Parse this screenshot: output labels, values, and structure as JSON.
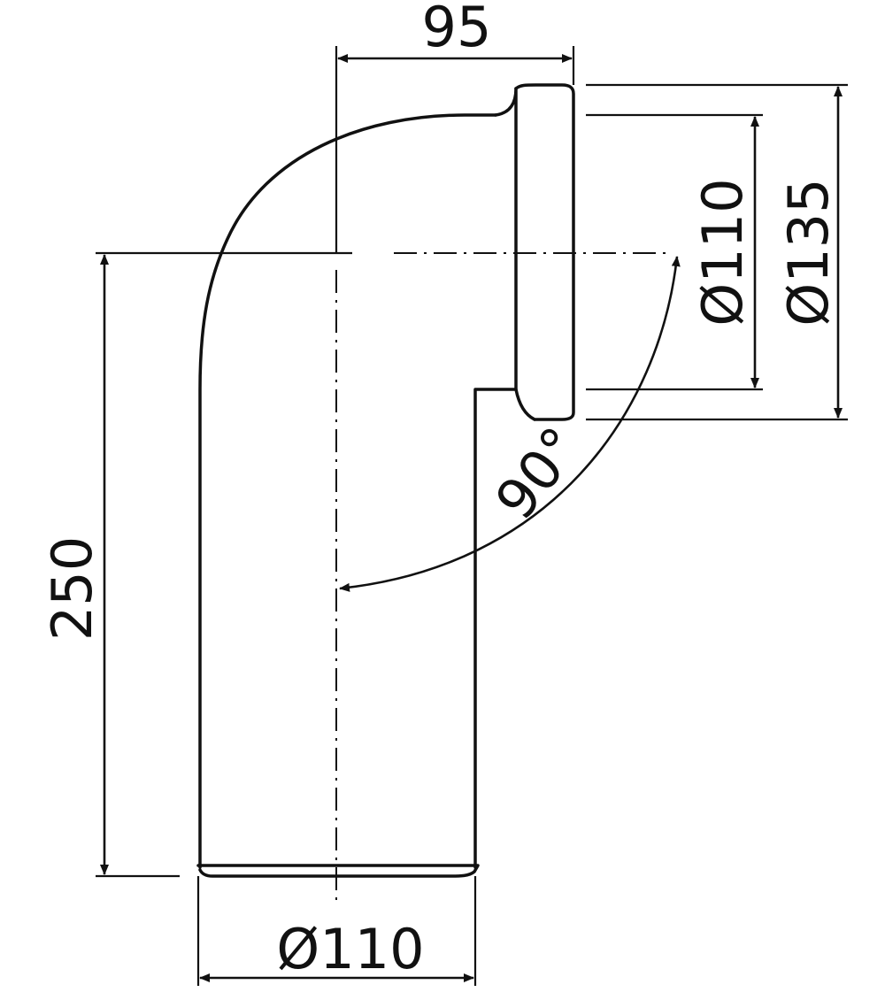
{
  "dimensions": {
    "offset_horizontal": "95",
    "outlet_inner_diameter": "Ø110",
    "outlet_outer_diameter": "Ø135",
    "height_vertical": "250",
    "inlet_diameter": "Ø110",
    "bend_angle": "90°"
  },
  "colors": {
    "line": "#111111",
    "background": "#ffffff"
  }
}
